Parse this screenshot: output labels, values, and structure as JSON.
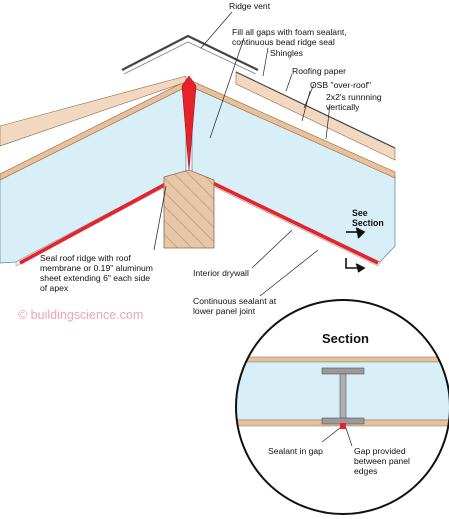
{
  "labels": {
    "ridge_vent": "Ridge vent",
    "foam_sealant": "Fill all gaps with foam sealant,\ncontinuous bead ridge seal",
    "shingles": "Shingles",
    "roofing_paper": "Roofing paper",
    "osb_over_roof": "OSB \"over-roof\"",
    "two_by_twos": "2x2's runnning\nvertically",
    "see_section": "See\nSection",
    "seal_roof_ridge": "Seal roof ridge with roof\nmembrane or 0.19\" aluminum\nsheet extending 6\" each side\nof apex",
    "interior_drywall": "Interior drywall",
    "continuous_sealant": "Continuous sealant at\nlower panel joint",
    "section_title": "Section",
    "sealant_in_gap": "Sealant in gap",
    "gap_provided": "Gap provided\nbetween panel\nedges"
  },
  "copyright": "© buildingscience.com",
  "colors": {
    "foam_panel": "#d8eff8",
    "osb": "#e8c09a",
    "sealant": "#e8222a",
    "stud_wood": "#e6c8a8",
    "copyright": "#e8a6b4"
  }
}
